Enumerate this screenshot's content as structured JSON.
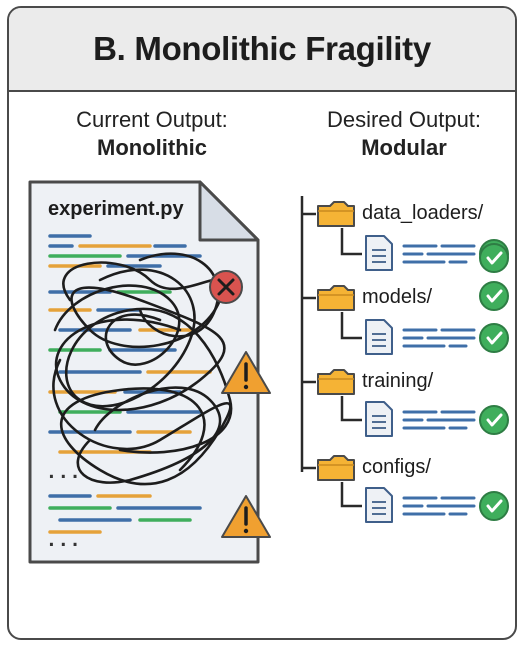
{
  "header": {
    "title": "B. Monolithic Fragility"
  },
  "current_output": {
    "heading": "Current Output:",
    "label": "Monolithic"
  },
  "desired_output": {
    "heading": "Desired Output:",
    "label": "Modular"
  },
  "file": {
    "name": "experiment.py",
    "ellipsis": "..."
  },
  "folders": [
    {
      "name": "data_loaders/",
      "status": "ok"
    },
    {
      "name": "models/",
      "status": "ok"
    },
    {
      "name": "training/",
      "status": "ok"
    },
    {
      "name": "configs/",
      "status": "ok"
    }
  ],
  "colors": {
    "accent_blue": "#3f6fa8",
    "accent_orange": "#e5a23a",
    "accent_green": "#3fae5c",
    "error_red": "#d9534f",
    "warning_orange": "#f0a030",
    "folder_yellow": "#f5b335"
  },
  "icons": [
    "file-icon",
    "error-icon",
    "warning-icon",
    "folder-icon",
    "document-icon",
    "check-icon"
  ]
}
